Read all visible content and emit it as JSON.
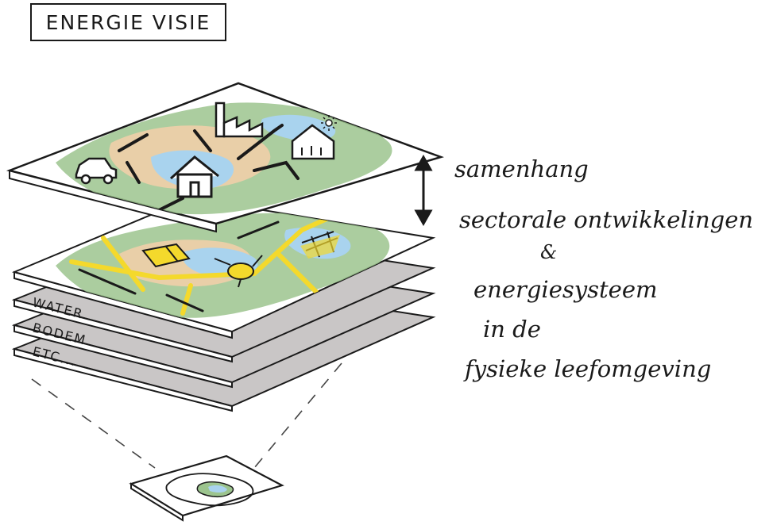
{
  "title": "ENERGIE VISIE",
  "layer_labels": [
    "WATER",
    "BODEM",
    "ETC..."
  ],
  "annotations": {
    "samenhang": "samenhang",
    "sectorale": "sectorale ontwikkelingen",
    "ampersand": "&",
    "energiesysteem": "energiesysteem",
    "in_de": "in de",
    "fysieke": "fysieke leefomgeving"
  },
  "colors": {
    "ink": "#1a1a1a",
    "water": "#a9d3ee",
    "land_green": "#9cc48e",
    "land_sand": "#e9cfa8",
    "energy_yellow": "#f4d92c",
    "grey_layer": "#c9c6c6"
  },
  "icons": [
    "factory-icon",
    "greenhouse-icon",
    "sun-icon",
    "car-icon",
    "house-icon",
    "solar-panel-icon",
    "wind-turbine-icon",
    "pylon-icon",
    "arrow-updown-icon"
  ]
}
